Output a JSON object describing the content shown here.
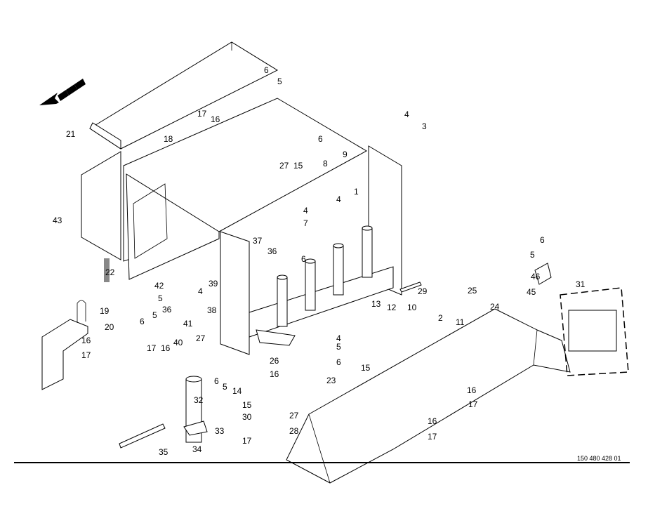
{
  "document_number": "150 480 428 01",
  "direction_arrow": "travel-direction-arrow",
  "callouts": [
    "6",
    "5",
    "17",
    "16",
    "21",
    "18",
    "27",
    "15",
    "4",
    "3",
    "6",
    "9",
    "8",
    "4",
    "1",
    "4",
    "7",
    "43",
    "37",
    "36",
    "6",
    "22",
    "42",
    "4",
    "39",
    "5",
    "36",
    "19",
    "20",
    "6",
    "5",
    "41",
    "38",
    "27",
    "40",
    "16",
    "17",
    "17",
    "16",
    "29",
    "25",
    "24",
    "31",
    "6",
    "5",
    "46",
    "45",
    "13",
    "12",
    "10",
    "2",
    "11",
    "4",
    "5",
    "6",
    "26",
    "16",
    "15",
    "23",
    "6",
    "5",
    "14",
    "32",
    "15",
    "30",
    "27",
    "28",
    "16",
    "17",
    "16",
    "17",
    "33",
    "35",
    "34",
    "17"
  ]
}
